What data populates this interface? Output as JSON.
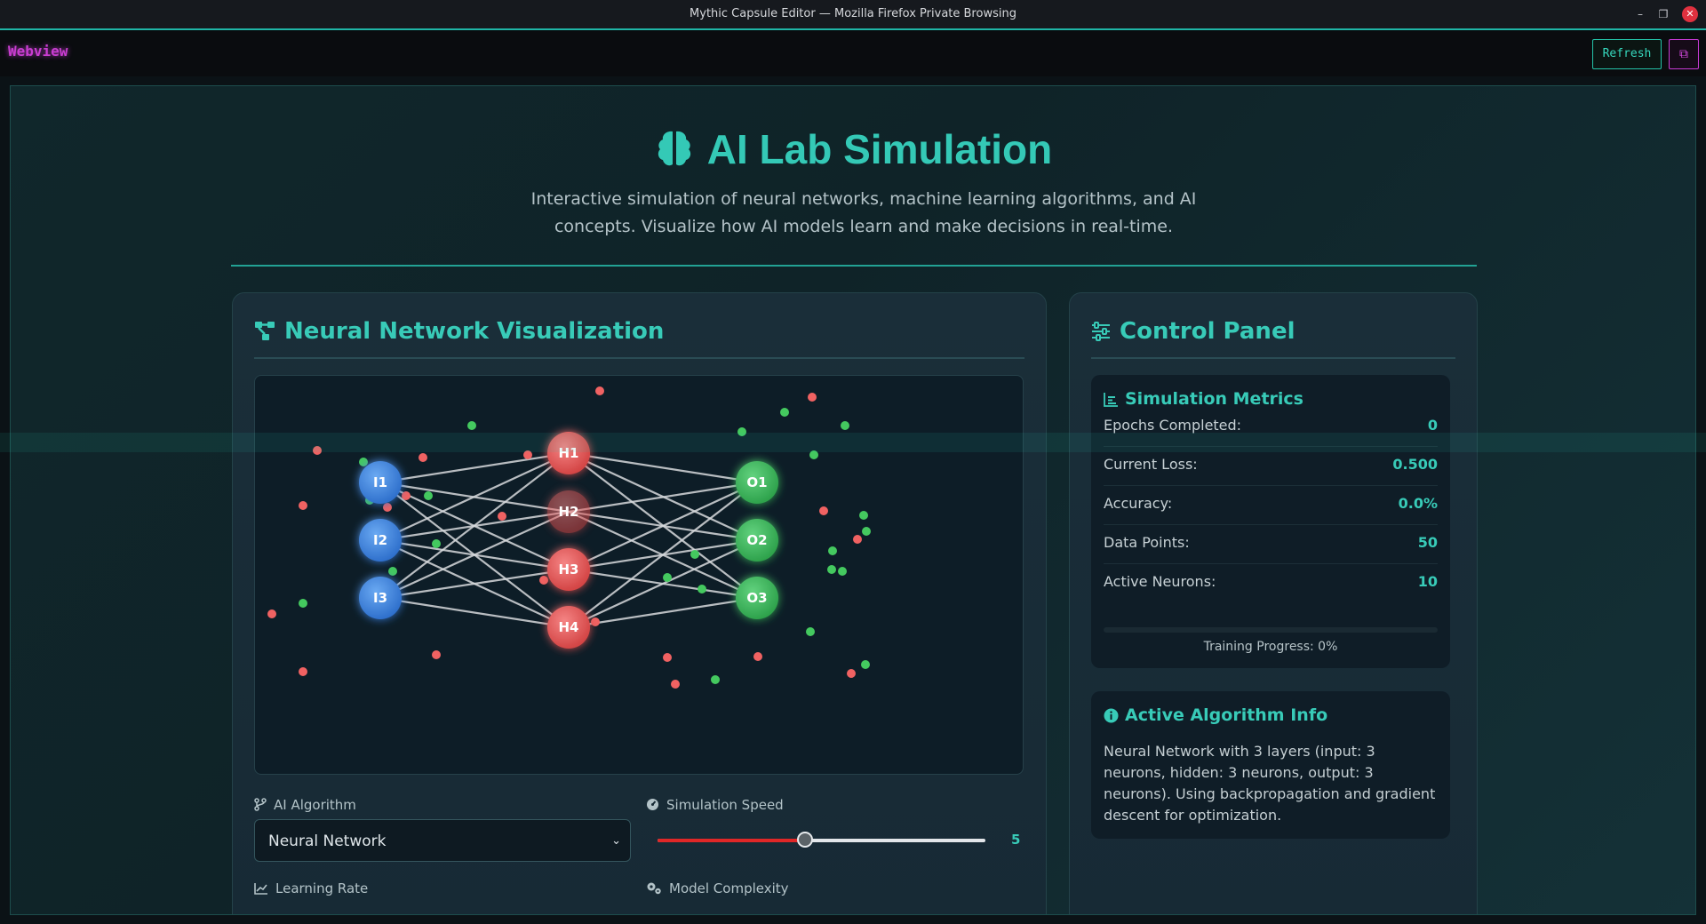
{
  "window": {
    "title": "Mythic Capsule Editor — Mozilla Firefox Private Browsing",
    "controls": [
      "minimize-icon",
      "maximize-icon",
      "close-icon"
    ]
  },
  "toolbar": {
    "label": "Webview",
    "refresh_label": "Refresh",
    "popout_icon": "popout-icon"
  },
  "header": {
    "title": "AI Lab Simulation",
    "subtitle": "Interactive simulation of neural networks, machine learning algorithms, and AI concepts. Visualize how AI models learn and make decisions in real-time.",
    "icon": "brain-icon"
  },
  "network_panel": {
    "title": "Neural Network Visualization",
    "icon": "network-icon",
    "input_nodes": [
      "I1",
      "I2",
      "I3"
    ],
    "hidden_nodes": [
      "H1",
      "H2",
      "H3",
      "H4"
    ],
    "output_nodes": [
      "O1",
      "O2",
      "O3"
    ],
    "colors": {
      "input": "#3d86e0",
      "hidden": "#e35a5a",
      "output": "#3cb55c",
      "edge": "#d7dadd",
      "red_point": "#f06262",
      "green_point": "#44c95f"
    }
  },
  "controls": {
    "algorithm": {
      "label": "AI Algorithm",
      "value": "Neural Network"
    },
    "speed": {
      "label": "Simulation Speed",
      "value": "5",
      "level": 0.45
    },
    "learning_rate": {
      "label": "Learning Rate"
    },
    "complexity": {
      "label": "Model Complexity"
    }
  },
  "control_panel": {
    "title": "Control Panel",
    "metrics": {
      "title": "Simulation Metrics",
      "rows": [
        {
          "label": "Epochs Completed:",
          "value": "0"
        },
        {
          "label": "Current Loss:",
          "value": "0.500"
        },
        {
          "label": "Accuracy:",
          "value": "0.0%"
        },
        {
          "label": "Data Points:",
          "value": "50"
        },
        {
          "label": "Active Neurons:",
          "value": "10"
        }
      ],
      "progress_text": "Training Progress: 0%",
      "progress": 0
    },
    "algo_info": {
      "title": "Active Algorithm Info",
      "text": "Neural Network with 3 layers (input: 3 neurons, hidden: 3 neurons, output: 3 neurons). Using backpropagation and gradient descent for optimization."
    }
  }
}
